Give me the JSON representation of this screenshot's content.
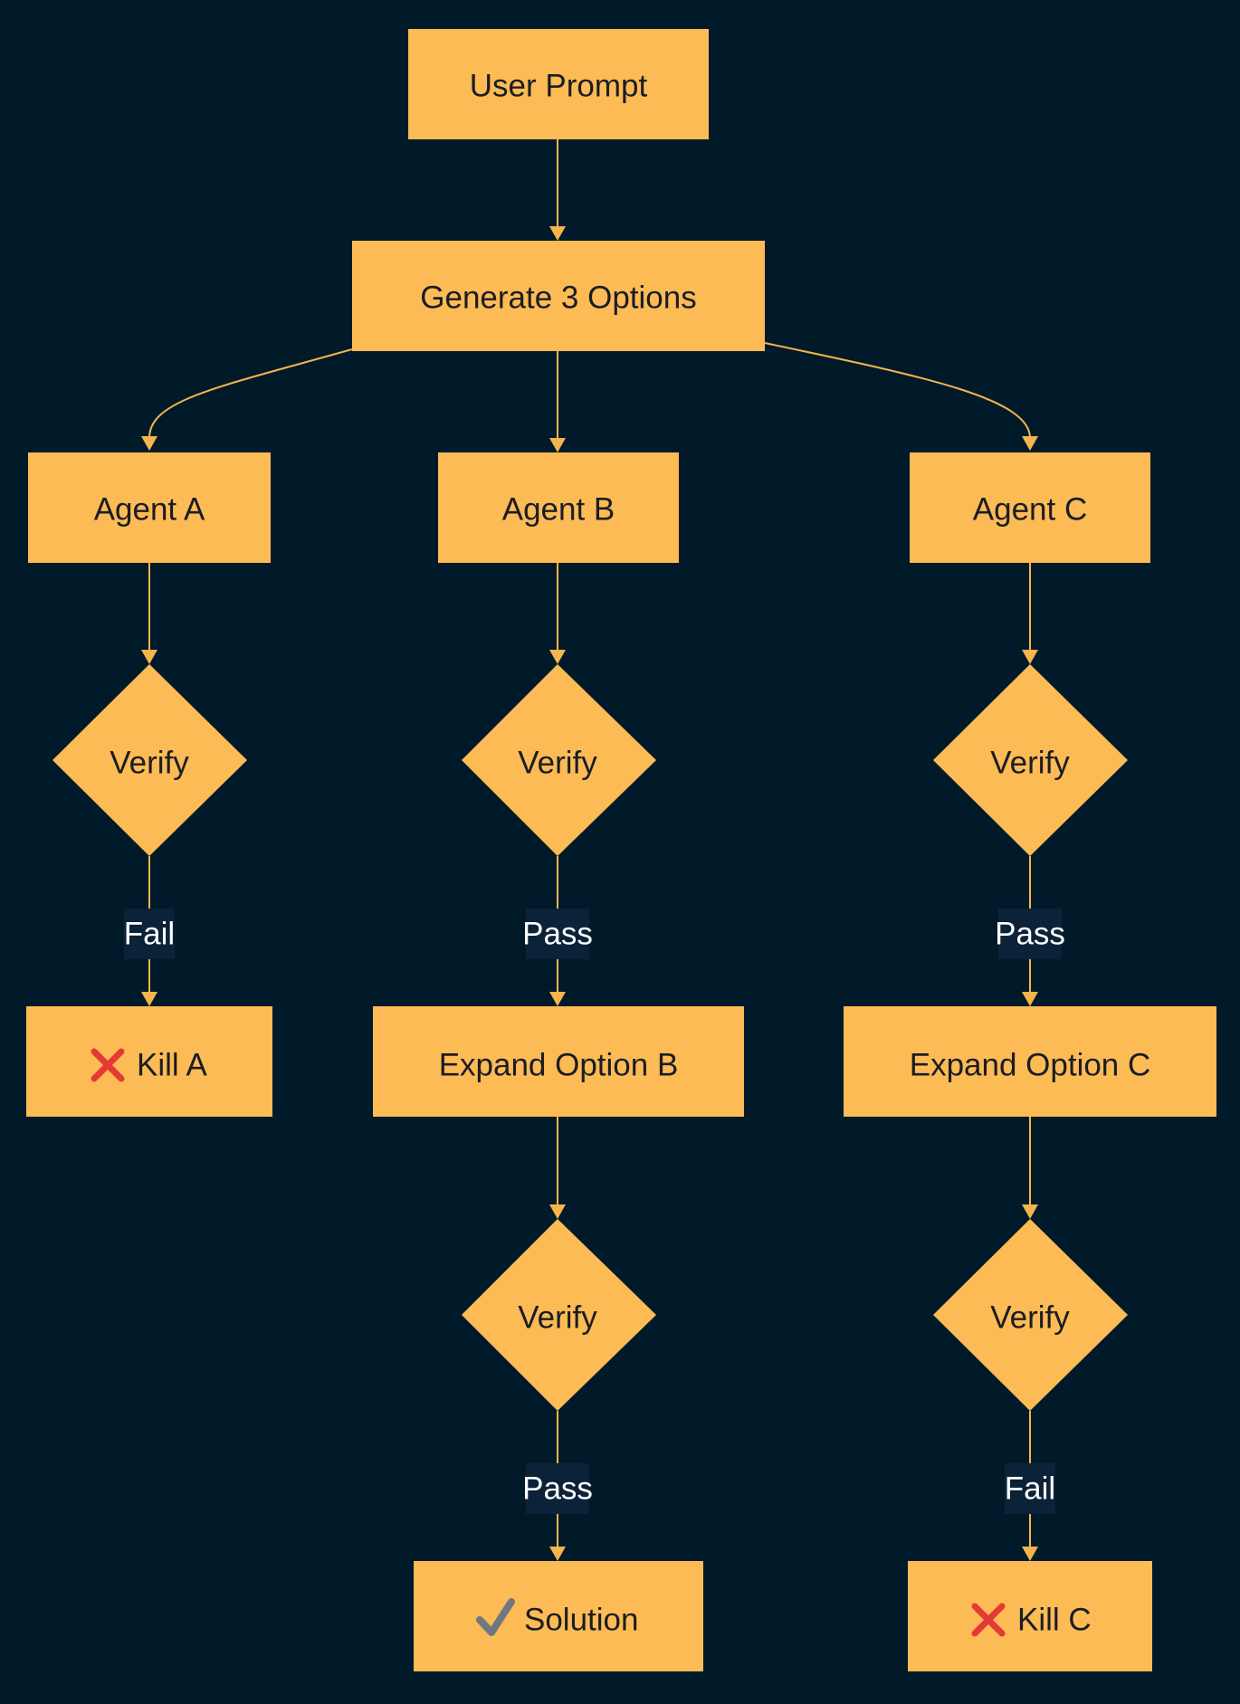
{
  "colors": {
    "background": "#011a2a",
    "node_fill": "#fdbb55",
    "edge": "#f6b44c",
    "node_text": "#1a1d24",
    "edge_label_text": "#ffffff",
    "edge_label_bg": "#0b2238"
  },
  "nodes": {
    "user_prompt": {
      "label": "User Prompt"
    },
    "generate": {
      "label": "Generate 3 Options"
    },
    "agent_a": {
      "label": "Agent A"
    },
    "agent_b": {
      "label": "Agent B"
    },
    "agent_c": {
      "label": "Agent C"
    },
    "verify_a": {
      "label": "Verify"
    },
    "verify_b1": {
      "label": "Verify"
    },
    "verify_c1": {
      "label": "Verify"
    },
    "kill_a": {
      "label": "Kill A",
      "icon": "cross-mark-icon"
    },
    "expand_b": {
      "label": "Expand Option B"
    },
    "expand_c": {
      "label": "Expand Option C"
    },
    "verify_b2": {
      "label": "Verify"
    },
    "verify_c2": {
      "label": "Verify"
    },
    "solution": {
      "label": "Solution",
      "icon": "check-mark-icon"
    },
    "kill_c": {
      "label": "Kill C",
      "icon": "cross-mark-icon"
    }
  },
  "edges": {
    "verify_a_fail": {
      "label": "Fail"
    },
    "verify_b1_pass": {
      "label": "Pass"
    },
    "verify_c1_pass": {
      "label": "Pass"
    },
    "verify_b2_pass": {
      "label": "Pass"
    },
    "verify_c2_fail": {
      "label": "Fail"
    }
  }
}
